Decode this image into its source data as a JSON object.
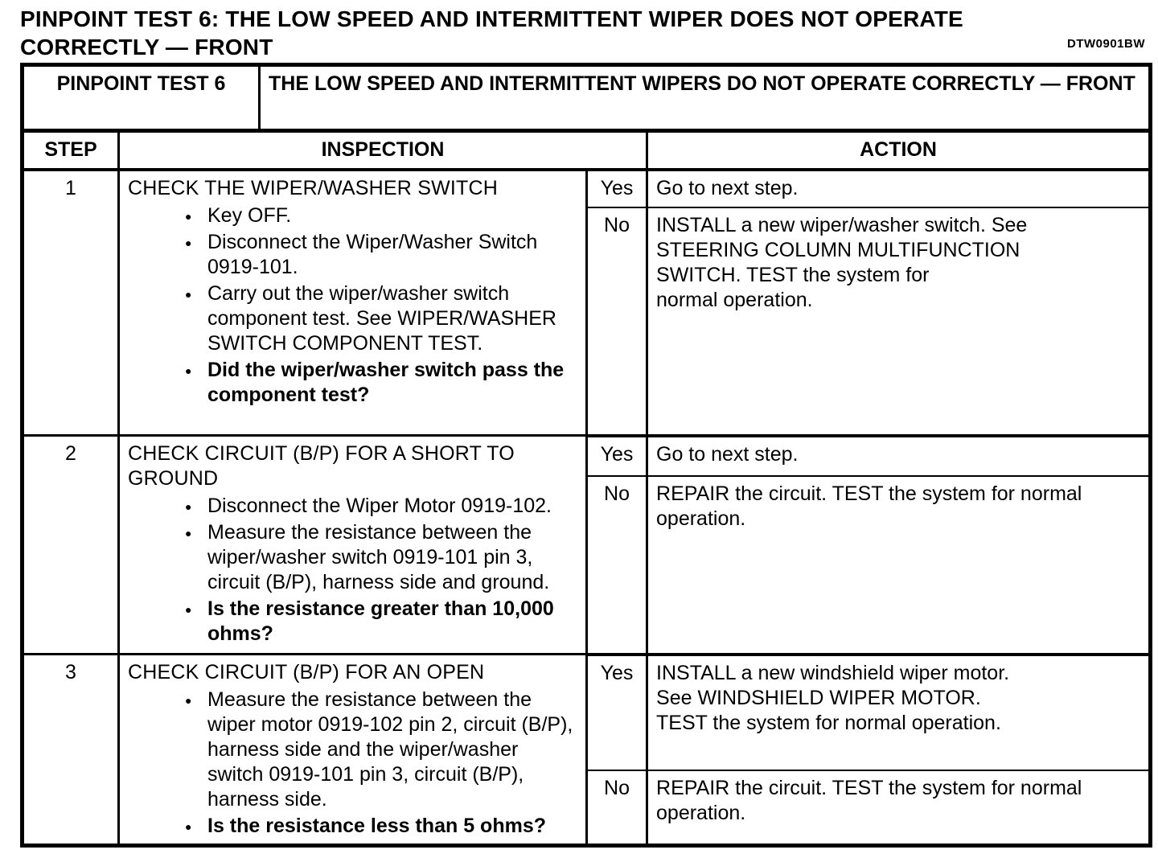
{
  "colors": {
    "ink": "#000000",
    "paper": "#ffffff"
  },
  "masthead": {
    "page_title": "PINPOINT TEST 6: THE LOW SPEED AND INTERMITTENT WIPER DOES NOT OPERATE CORRECTLY — FRONT",
    "doc_code": "DTW0901BW"
  },
  "table": {
    "test_label": "PINPOINT TEST 6",
    "test_title": "THE LOW SPEED AND INTERMITTENT WIPERS DO NOT OPERATE CORRECTLY — FRONT",
    "col_step": "STEP",
    "col_inspection": "INSPECTION",
    "col_action": "ACTION",
    "steps": [
      {
        "num": "1",
        "title": "CHECK THE WIPER/WASHER SWITCH",
        "bullets": [
          "Key OFF.",
          "Disconnect the Wiper/Washer Switch 0919-101.",
          "Carry out the wiper/washer switch component test.  See WIPER/WASHER SWITCH COMPONENT TEST.",
          "Did the wiper/washer switch pass the component test?"
        ],
        "yes_label": "Yes",
        "yes_action": "Go to next step.",
        "no_label": "No",
        "no_action": "INSTALL a new wiper/washer switch.  See\nSTEERING COLUMN MULTIFUNCTION\nSWITCH. TEST the system for\nnormal operation."
      },
      {
        "num": "2",
        "title": "CHECK CIRCUIT (B/P) FOR A SHORT TO GROUND",
        "bullets": [
          "Disconnect the Wiper Motor 0919-102.",
          "Measure the resistance between the wiper/washer switch 0919-101 pin 3, circuit (B/P), harness side and ground.",
          "Is the resistance greater than 10,000 ohms?"
        ],
        "yes_label": "Yes",
        "yes_action": "Go to next step.",
        "no_label": "No",
        "no_action": "REPAIR the circuit. TEST the system for normal\noperation."
      },
      {
        "num": "3",
        "title": "CHECK CIRCUIT (B/P) FOR AN OPEN",
        "bullets": [
          "Measure the resistance between the wiper motor 0919-102 pin 2, circuit (B/P), harness side and the wiper/washer switch 0919-101 pin 3, circuit (B/P), harness side.",
          "Is the resistance less than 5 ohms?"
        ],
        "yes_label": "Yes",
        "yes_action": "INSTALL a new windshield wiper motor.\nSee WINDSHIELD WIPER MOTOR.\nTEST the system for normal operation.",
        "no_label": "No",
        "no_action": "REPAIR the circuit. TEST the system for normal\noperation."
      }
    ]
  }
}
